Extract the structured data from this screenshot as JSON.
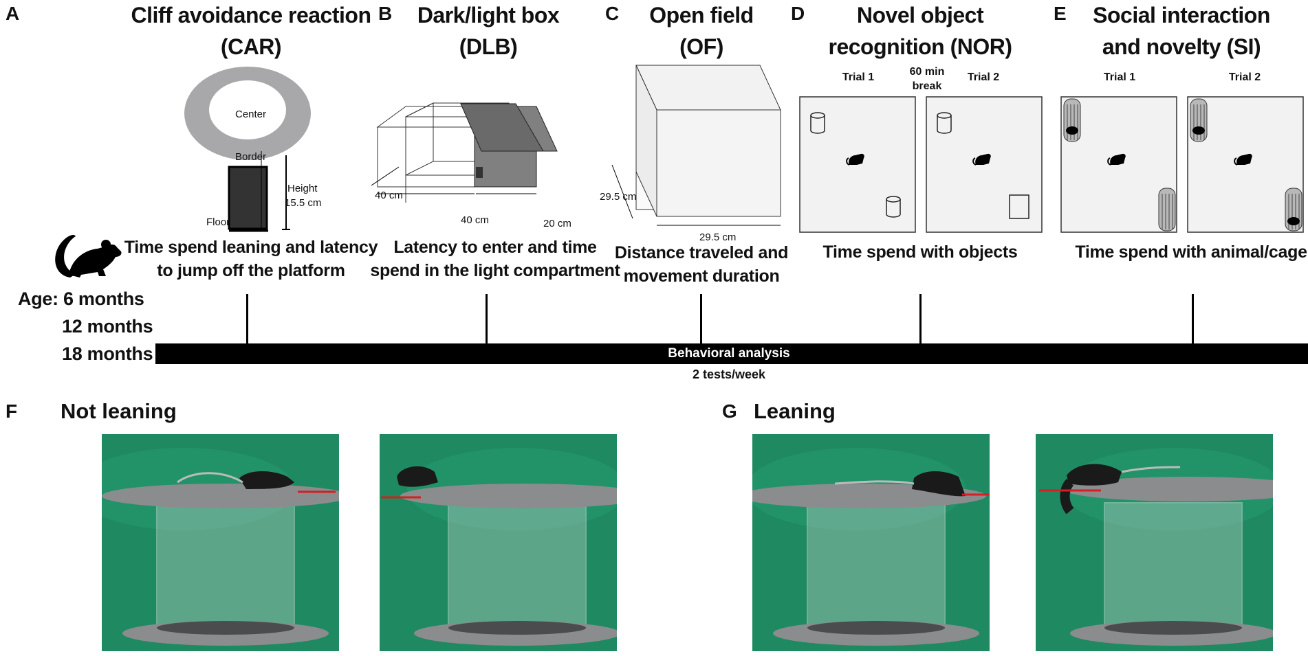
{
  "panels": {
    "A": {
      "letter": "A",
      "title_line1": "Cliff avoidance reaction",
      "title_line2": "(CAR)",
      "labels": {
        "center": "Center",
        "border": "Border",
        "height_line1": "Height",
        "height_line2": "15.5 cm",
        "floor": "Floor"
      },
      "desc_line1": "Time spend leaning and latency",
      "desc_line2": "to jump off the platform"
    },
    "B": {
      "letter": "B",
      "title_line1": "Dark/light box",
      "title_line2": "(DLB)",
      "labels": {
        "depth": "40 cm",
        "light_len": "40 cm",
        "dark_len": "20 cm"
      },
      "desc_line1": "Latency to enter and time",
      "desc_line2": "spend in the light compartment"
    },
    "C": {
      "letter": "C",
      "title_line1": "Open field",
      "title_line2": "(OF)",
      "labels": {
        "depth": "29.5 cm",
        "width": "29.5 cm"
      },
      "desc_line1": "Distance traveled and",
      "desc_line2": "movement duration"
    },
    "D": {
      "letter": "D",
      "title_line1": "Novel object",
      "title_line2": "recognition (NOR)",
      "trial1": "Trial 1",
      "trial2": "Trial 2",
      "break_line1": "60 min",
      "break_line2": "break",
      "desc_line1": "Time spend with objects"
    },
    "E": {
      "letter": "E",
      "title_line1": "Social interaction",
      "title_line2": "and novelty (SI)",
      "trial1": "Trial 1",
      "trial2": "Trial 2",
      "desc_line1": "Time spend with animal/cage"
    },
    "F": {
      "letter": "F",
      "title": "Not leaning"
    },
    "G": {
      "letter": "G",
      "title": "Leaning"
    }
  },
  "ages": [
    "Age: 6 months",
    "12 months",
    "18 months"
  ],
  "timeline": {
    "label_line1": "Behavioral analysis",
    "label_line2": "2 tests/week"
  },
  "colors": {
    "photo_bg": "#1e8a61",
    "platform": "#8a8c8e",
    "marker": "#d42020",
    "dark_box": "#808080",
    "ring": "#a8a8aa"
  }
}
